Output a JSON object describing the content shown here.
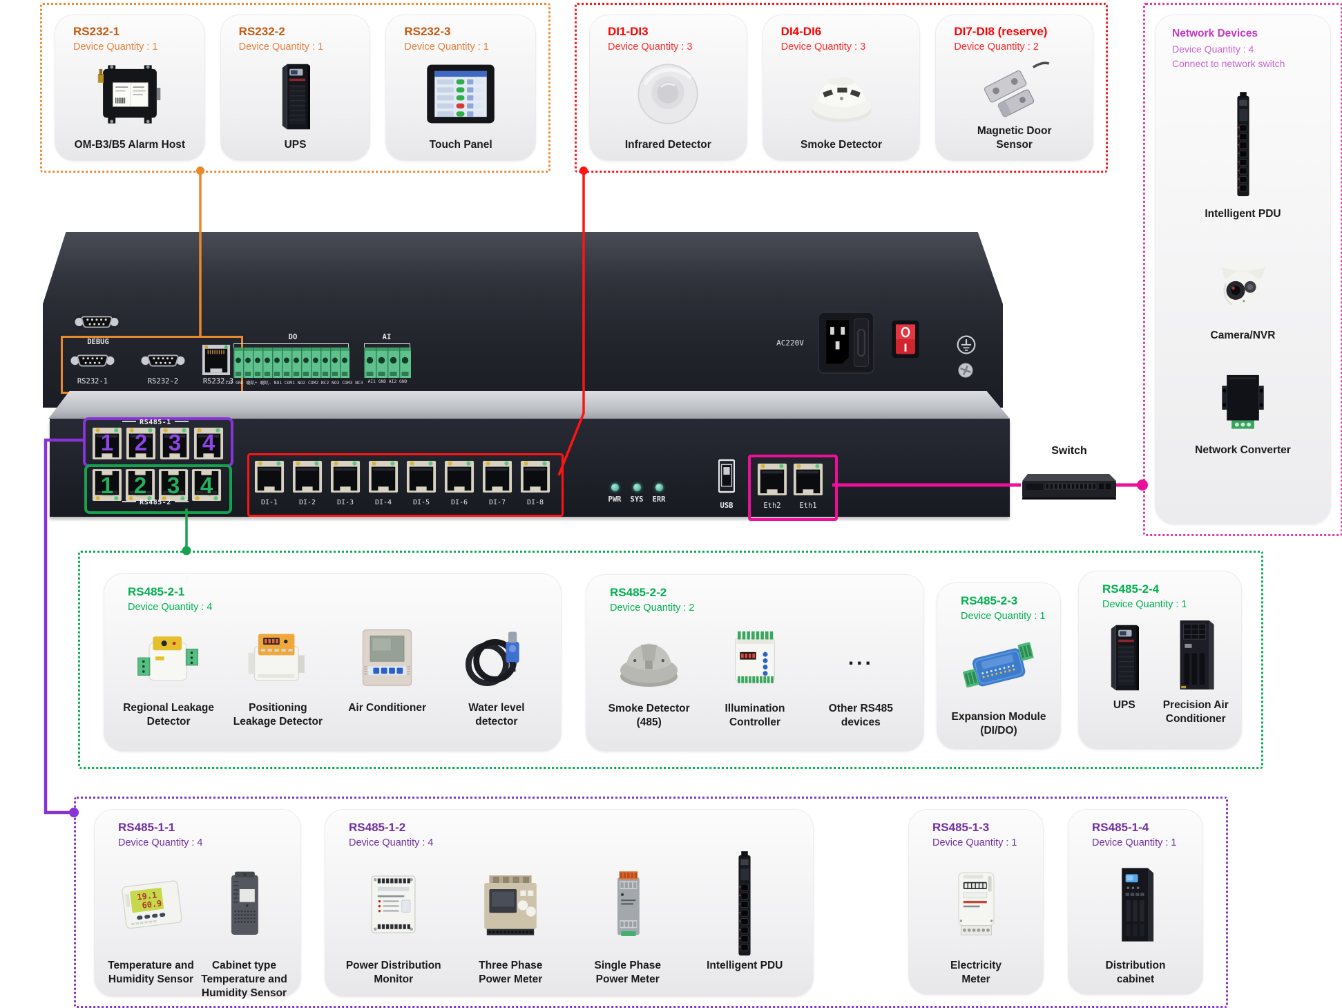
{
  "palette": {
    "orange": "#ED8A33",
    "red": "#FF1414",
    "magenta_box": "#E03AA6",
    "magenta_line": "#EC0F9A",
    "green": "#00B050",
    "purple": "#7030A0",
    "card_bg": "#efeff1"
  },
  "top_groups": [
    {
      "name": "rs232-group",
      "border": "#ED8A33",
      "title_color": "#C55A11",
      "qty_color": "#E3803E",
      "cards": [
        {
          "title": "RS232-1",
          "qty": "Device Quantity :  1",
          "icon": "alarm-host-icon",
          "label": "OM-B3/B5 Alarm Host"
        },
        {
          "title": "RS232-2",
          "qty": "Device Quantity :  1",
          "icon": "ups-icon",
          "label": "UPS"
        },
        {
          "title": "RS232-3",
          "qty": "Device Quantity :  1",
          "icon": "touch-panel-icon",
          "label": "Touch Panel"
        }
      ]
    },
    {
      "name": "di-group",
      "border": "#FF1414",
      "title_color": "#FF0000",
      "qty_color": "#FF2A2A",
      "cards": [
        {
          "title": "DI1-DI3",
          "qty": "Device Quantity :  3",
          "icon": "infrared-detector-icon",
          "label": "Infrared Detector"
        },
        {
          "title": "DI4-DI6",
          "qty": "Device Quantity :  3",
          "icon": "smoke-detector-icon",
          "label": "Smoke Detector"
        },
        {
          "title": "DI7-DI8 (reserve)",
          "qty": "Device Quantity :  2",
          "icon": "door-sensor-icon",
          "label": "Magnetic Door\nSensor"
        }
      ]
    }
  ],
  "network_group": {
    "title": "Network Devices",
    "qty": "Device Quantity :  4",
    "note": "Connect to network switch",
    "items": [
      {
        "icon": "pdu-icon",
        "label": "Intelligent PDU"
      },
      {
        "icon": "camera-icon",
        "label": "Camera/NVR"
      },
      {
        "icon": "network-converter-icon",
        "label": "Network Converter"
      }
    ]
  },
  "rear_panel": {
    "debug_label": "DEBUG",
    "serial_ports": [
      {
        "label": "RS232-1",
        "type": "db9"
      },
      {
        "label": "RS232-2",
        "type": "db9"
      },
      {
        "label": "RS232-3",
        "type": "rj45"
      }
    ],
    "do_group": {
      "label": "DO",
      "pins": "12V GND 喇叭+ 喇叭- NO1 COM1 NO2 COM2 NC2 NO3 COM3 NC3"
    },
    "ai_group": {
      "label": "AI",
      "pins": "AI1 GND AI2 GND"
    },
    "power_label": "AC220V"
  },
  "front_panel": {
    "rs485_1": {
      "label": "RS485-1",
      "ports": [
        "1",
        "2",
        "3",
        "4"
      ],
      "number_color": "#8D45E6"
    },
    "rs485_2": {
      "label": "RS485-2",
      "ports": [
        "1",
        "2",
        "3",
        "4"
      ],
      "number_color": "#23B25C"
    },
    "di_labels": [
      "DI-1",
      "DI-2",
      "DI-3",
      "DI-4",
      "DI-5",
      "DI-6",
      "DI-7",
      "DI-8"
    ],
    "led_labels": [
      "PWR",
      "SYS",
      "ERR"
    ],
    "usb_label": "USB",
    "eth_labels": [
      "Eth2",
      "Eth1"
    ]
  },
  "switch": {
    "label": "Switch"
  },
  "rs485_2_group": {
    "title_color": "#00B050",
    "qty_color": "#00B050",
    "cards": [
      {
        "title": "RS485-2-1",
        "qty": "Device Quantity :  4",
        "devices": [
          {
            "icon": "regional-leak-icon",
            "label": "Regional Leakage\nDetector"
          },
          {
            "icon": "positioning-leak-icon",
            "label": "Positioning\nLeakage Detector"
          },
          {
            "icon": "air-conditioner-icon",
            "label": "Air Conditioner"
          },
          {
            "icon": "water-level-icon",
            "label": "Water level\ndetector"
          }
        ]
      },
      {
        "title": "RS485-2-2",
        "qty": "Device Quantity :  2",
        "devices": [
          {
            "icon": "smoke-485-icon",
            "label": "Smoke Detector\n(485)"
          },
          {
            "icon": "illumination-icon",
            "label": "Illumination\nController"
          },
          {
            "icon": "ellipsis-icon",
            "label": "Other RS485\ndevices"
          }
        ]
      },
      {
        "title": "RS485-2-3",
        "qty": "Device Quantity :  1",
        "devices": [
          {
            "icon": "expansion-module-icon",
            "label": "Expansion Module\n(DI/DO)"
          }
        ]
      },
      {
        "title": "RS485-2-4",
        "qty": "Device Quantity :  1",
        "devices": [
          {
            "icon": "ups-icon",
            "label": "UPS"
          },
          {
            "icon": "precision-ac-icon",
            "label": "Precision Air\nConditioner"
          }
        ]
      }
    ]
  },
  "rs485_1_group": {
    "title_color": "#7030A0",
    "qty_color": "#7030A0",
    "cards": [
      {
        "title": "RS485-1-1",
        "qty": "Device Quantity :  4",
        "devices": [
          {
            "icon": "temp-humidity-icon",
            "label": "Temperature and\nHumidity Sensor"
          },
          {
            "icon": "cabinet-sensor-icon",
            "label": "Cabinet type\nTemperature and\nHumidity Sensor"
          }
        ]
      },
      {
        "title": "RS485-1-2",
        "qty": "Device Quantity :  4",
        "devices": [
          {
            "icon": "power-monitor-icon",
            "label": "Power Distribution\nMonitor"
          },
          {
            "icon": "three-phase-icon",
            "label": "Three Phase\nPower Meter"
          },
          {
            "icon": "single-phase-icon",
            "label": "Single Phase\nPower Meter"
          },
          {
            "icon": "pdu-icon",
            "label": "Intelligent PDU"
          }
        ]
      },
      {
        "title": "RS485-1-3",
        "qty": "Device Quantity :  1",
        "devices": [
          {
            "icon": "electricity-meter-icon",
            "label": "Electricity\nMeter"
          }
        ]
      },
      {
        "title": "RS485-1-4",
        "qty": "Device Quantity :  1",
        "devices": [
          {
            "icon": "distribution-cabinet-icon",
            "label": "Distribution\ncabinet"
          }
        ]
      }
    ]
  }
}
